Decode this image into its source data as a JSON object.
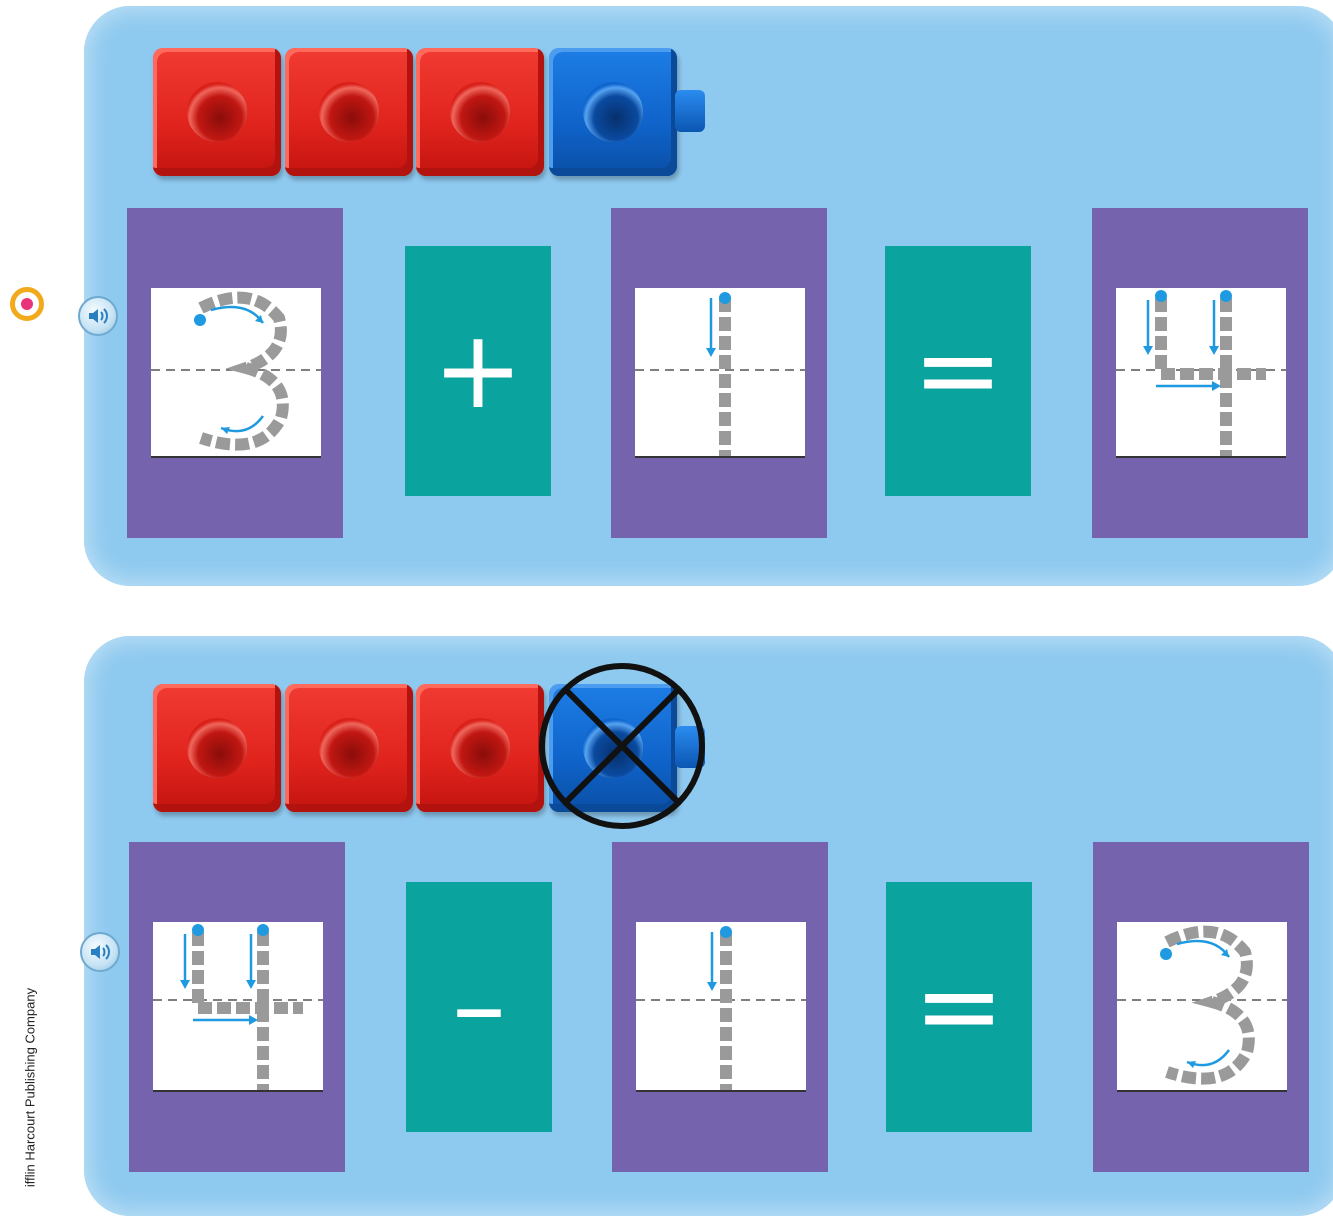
{
  "problems": [
    {
      "cubes": [
        "red",
        "red",
        "red",
        "blue"
      ],
      "crossed_out_index": null,
      "first_number": "3",
      "operator": "+",
      "second_number": "1",
      "equals": "=",
      "result": "4"
    },
    {
      "cubes": [
        "red",
        "red",
        "red",
        "blue"
      ],
      "crossed_out_index": 3,
      "first_number": "4",
      "operator": "–",
      "second_number": "1",
      "equals": "=",
      "result": "3"
    }
  ],
  "footer": {
    "credit": "ifflin Harcourt Publishing Company"
  },
  "colors": {
    "panel": "#8ec9ef",
    "number_card": "#7663ad",
    "operator_card": "#0aa39e",
    "red_cube": "#e0241d",
    "blue_cube": "#0f63c9",
    "trace_gray": "#9a9a9a",
    "trace_blue": "#1f9ae0"
  },
  "icons": [
    "speaker-icon",
    "record-dot-icon",
    "cross-out-icon"
  ]
}
